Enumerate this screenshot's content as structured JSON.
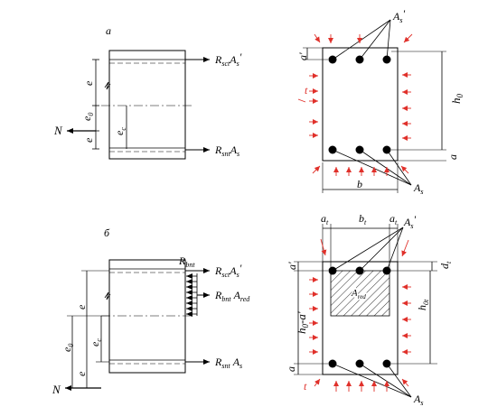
{
  "panel_a": {
    "letter": "a",
    "label_top_force": "R",
    "label_top_force_sub": "sct",
    "label_top_force_area": "A",
    "label_top_force_area_sub": "s",
    "label_top_force_prime": "'",
    "label_bottom_force": "R",
    "label_bottom_force_sub": "snt",
    "label_bottom_force_area": "A",
    "label_bottom_force_area_sub": "s",
    "label_N": "N",
    "label_e_upper": "e",
    "label_e0": "e",
    "label_e0_sub": "0",
    "label_e_lower": "e",
    "label_ec": "e",
    "label_ec_sub": "c"
  },
  "section_a": {
    "label_As_prime": "A",
    "label_As_prime_sub": "s",
    "label_As_prime_mark": "'",
    "label_a_prime": "a'",
    "label_t": "t",
    "label_h0": "h",
    "label_h0_sub": "0",
    "label_a": "a",
    "label_b": "b",
    "label_As": "A",
    "label_As_sub": "s"
  },
  "panel_b": {
    "letter": "б",
    "label_Rbnt": "R",
    "label_Rbnt_sub": "bnt",
    "label_top_force": "R",
    "label_top_force_sub": "sct",
    "label_top_force_area": "A",
    "label_top_force_area_sub": "s",
    "label_top_force_prime": "'",
    "label_mid_force": "R",
    "label_mid_force_sub": "bnt",
    "label_mid_force_area": "A",
    "label_mid_force_area_sub": "red",
    "label_bottom_force": "R",
    "label_bottom_force_sub": "snt",
    "label_bottom_force_area": "A",
    "label_bottom_force_area_sub": "s",
    "label_N": "N",
    "label_e_upper": "e",
    "label_e0": "e",
    "label_e0_sub": "0",
    "label_ec": "e",
    "label_ec_sub": "c",
    "label_e_lower": "e"
  },
  "section_b": {
    "label_at_left": "a",
    "label_at_left_sub": "t",
    "label_bt": "b",
    "label_bt_sub": "t",
    "label_at_right": "a",
    "label_at_right_sub": "t",
    "label_As_prime": "A",
    "label_As_prime_sub": "s",
    "label_As_prime_mark": "'",
    "label_a_prime": "a'",
    "label_dt": "d",
    "label_dt_sub": "t",
    "label_Ared": "A",
    "label_Ared_sub": "red",
    "label_h0_a": "h",
    "label_h0_a_sub": "0",
    "label_h0_a_rest": "-a'",
    "label_h0t": "h",
    "label_h0t_sub": "0t",
    "label_a": "a",
    "label_t": "t",
    "label_As": "A",
    "label_As_sub": "s"
  },
  "colors": {
    "line": "#000000",
    "heat_arrow": "#e0302a"
  }
}
